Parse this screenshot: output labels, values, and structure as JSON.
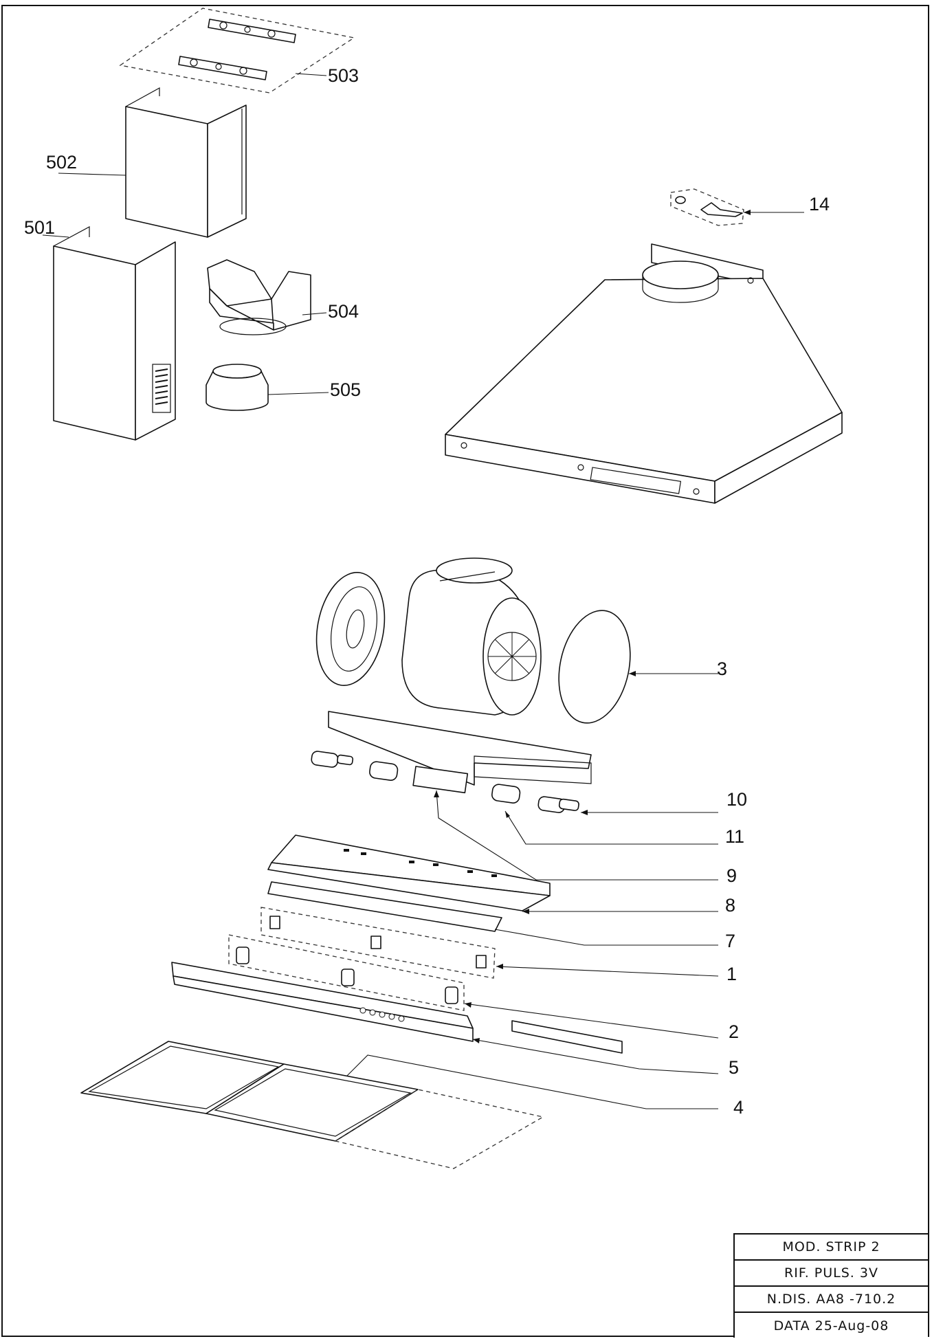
{
  "callouts": {
    "c503": "503",
    "c502": "502",
    "c501": "501",
    "c504": "504",
    "c505": "505",
    "c14": "14",
    "c3": "3",
    "c10": "10",
    "c11": "11",
    "c9": "9",
    "c8": "8",
    "c7": "7",
    "c1": "1",
    "c2": "2",
    "c5": "5",
    "c4": "4"
  },
  "title_block": {
    "model": "MOD.  STRIP  2",
    "reference": "RIF.  PULS.  3V",
    "drawing_number": "N.DIS.  AA8 -710.2",
    "date": "DATA  25-Aug-08"
  }
}
